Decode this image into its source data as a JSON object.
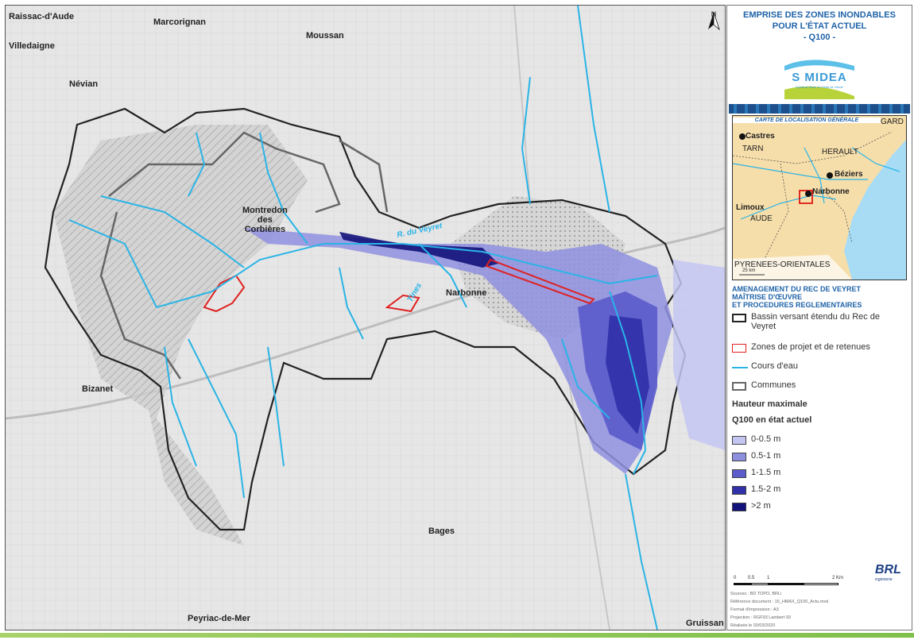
{
  "map": {
    "places": [
      {
        "id": "raissac",
        "label": "Raissac-d'Aude"
      },
      {
        "id": "marcorignan",
        "label": "Marcorignan"
      },
      {
        "id": "moussan",
        "label": "Moussan"
      },
      {
        "id": "villedaigne",
        "label": "Villedaigne"
      },
      {
        "id": "nevian",
        "label": "Névian"
      },
      {
        "id": "montredon",
        "label": "Montredon\ndes\nCorbières"
      },
      {
        "id": "narbonne",
        "label": "Narbonne"
      },
      {
        "id": "bizanet",
        "label": "Bizanet"
      },
      {
        "id": "bages",
        "label": "Bages"
      },
      {
        "id": "peyriac",
        "label": "Peyriac-de-Mer"
      },
      {
        "id": "gruissan",
        "label": "Gruissan"
      }
    ],
    "river_labels": [
      {
        "id": "veyret",
        "label": "R. du Veyret"
      },
      {
        "id": "tines",
        "label": "Tines"
      }
    ],
    "north_label": "N"
  },
  "panel": {
    "title_line1": "EMPRISE DES ZONES INONDABLES",
    "title_line2": "POUR L'ÉTAT ACTUEL",
    "title_line3": "- Q100 -",
    "logo_text": "S MIDEA",
    "logo_sub": "Syndicat Mixte du Delta de l'Aude",
    "inset": {
      "title": "CARTE DE LOCALISATION GÉNÉRALE",
      "labels": {
        "gard": "GARD",
        "castres": "Castres",
        "tarn": "TARN",
        "herault": "HERAULT",
        "beziers": "Béziers",
        "narbonne": "Narbonne",
        "limoux": "Limoux",
        "aude": "AUDE",
        "pyrenees": "PYRENEES-ORIENTALES",
        "scale": "25 km"
      }
    },
    "project_title_l1": "AMENAGEMENT DU REC DE VEYRET",
    "project_title_l2": "MAÎTRISE D'ŒUVRE",
    "project_title_l3": "ET PROCEDURES REGLEMENTAIRES",
    "legend": {
      "bassin": "Bassin versant étendu du Rec de Veyret",
      "zones": "Zones de projet et de retenues",
      "cours": "Cours d'eau",
      "communes": "Communes",
      "hauteur_head": "Hauteur maximale",
      "q100_head": "Q100 en état actuel",
      "classes": [
        {
          "label": "0-0.5 m",
          "color": "#c4c6f2"
        },
        {
          "label": "0.5-1 m",
          "color": "#8f8fe0"
        },
        {
          "label": "1-1.5 m",
          "color": "#5b5bcc"
        },
        {
          "label": "1.5-2 m",
          "color": "#3030a8"
        },
        {
          "label": ">2 m",
          "color": "#12127a"
        }
      ]
    },
    "scale": {
      "t0": "0",
      "t1": "0.5",
      "t2": "1",
      "t3": "2 Km"
    },
    "brand": "BRL",
    "brand_sub": "ingénierie",
    "sources": [
      "Sources : BD TOPO, BRLi",
      "Référence document : 15_HMAX_Q100_Actu.mxd",
      "Format d'impression : A3",
      "Projection : RGF93 Lambert 93",
      "Réalisée le 03/03/2020"
    ]
  },
  "colors": {
    "river": "#2ab4e6",
    "basin": "#222222",
    "project": "#e02020",
    "communes": "#666666",
    "title": "#1f63a8"
  }
}
